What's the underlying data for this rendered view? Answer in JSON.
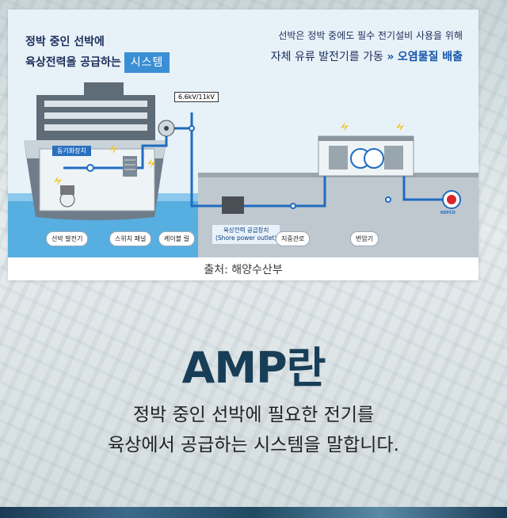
{
  "diagram": {
    "headline_left_1": "정박 중인 선박에",
    "headline_left_2a": "육상전력을 공급하는",
    "headline_left_2b": "시스템",
    "headline_right_1": "선박은 정박 중에도 필수 전기설비 사용을 위해",
    "headline_right_2a": "자체 유류 발전기를 가동",
    "headline_right_arrow": "»",
    "headline_right_2b": "오염물질 배출",
    "sync_device": "동기화장치",
    "voltage": "6.6kV/11kV",
    "labels": {
      "generator": "선박 발전기",
      "switch_panel": "스위치 패널",
      "cable_reel": "케이블 릴",
      "shore_outlet": "육상전력 공급장치\n(Shore power outlet)",
      "underground": "지중관로",
      "transformer": "변압기"
    },
    "logo_text": "KEPCO"
  },
  "source": "출처: 해양수산부",
  "title": "AMP란",
  "description_line1": "정박 중인 선박에 필요한 전기를",
  "description_line2": "육상에서 공급하는 시스템을 말합니다.",
  "colors": {
    "title": "#183e57",
    "accent_blue": "#3b8fd4",
    "pollution": "#1557a8"
  }
}
